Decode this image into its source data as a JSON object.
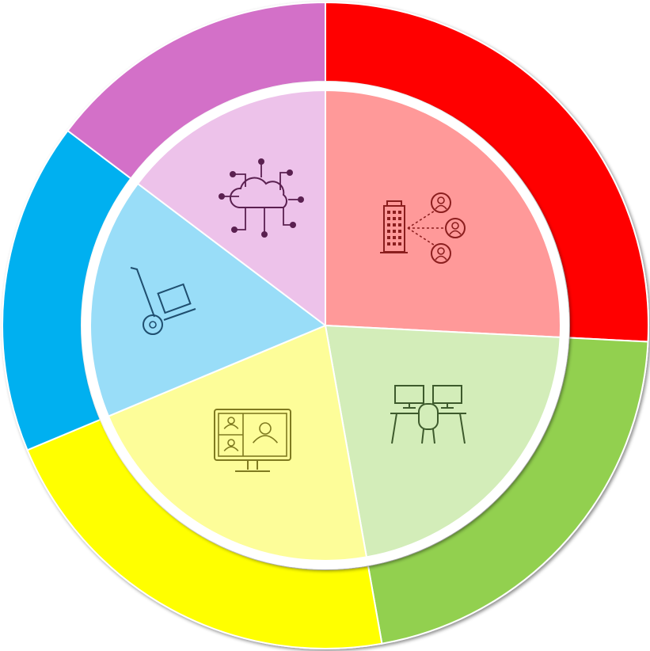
{
  "diagram": {
    "type": "two-ring-pie",
    "segments": [
      {
        "id": "red",
        "share": 25.8,
        "outer_color": "#FF0000",
        "inner_color": "#FF9999",
        "icon_color": "#8B1E1E",
        "icon": "office-building-network-icon"
      },
      {
        "id": "green",
        "share": 21.4,
        "outer_color": "#92D050",
        "inner_color": "#D3EDB9",
        "icon_color": "#3D5A2C",
        "icon": "office-desks-chair-icon"
      },
      {
        "id": "yellow",
        "share": 21.5,
        "outer_color": "#FFFF00",
        "inner_color": "#FDFD99",
        "icon_color": "#7F7A20",
        "icon": "video-conference-monitor-icon"
      },
      {
        "id": "blue",
        "share": 16.6,
        "outer_color": "#00B0F0",
        "inner_color": "#99DDF8",
        "icon_color": "#1F4E6F",
        "icon": "hand-truck-icon"
      },
      {
        "id": "purple",
        "share": 14.7,
        "outer_color": "#D36FC8",
        "inner_color": "#EDC2EA",
        "icon_color": "#5A2050",
        "icon": "cloud-network-icon"
      }
    ]
  }
}
